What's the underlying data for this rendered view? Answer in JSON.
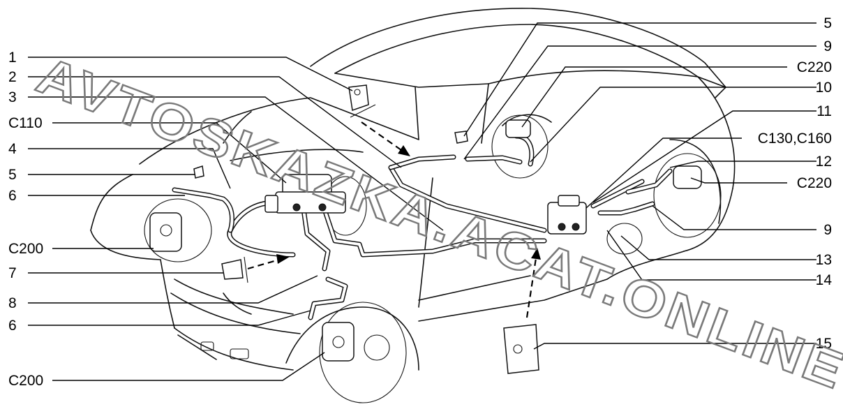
{
  "watermark": "AVTOSKAZKA.ACAT.ONLINE",
  "callouts_left": [
    {
      "id": "cl-1",
      "text": "1"
    },
    {
      "id": "cl-2",
      "text": "2"
    },
    {
      "id": "cl-3",
      "text": "3"
    },
    {
      "id": "cl-c110",
      "text": "C110"
    },
    {
      "id": "cl-4",
      "text": "4"
    },
    {
      "id": "cl-5",
      "text": "5"
    },
    {
      "id": "cl-6a",
      "text": "6"
    },
    {
      "id": "cl-c200a",
      "text": "C200"
    },
    {
      "id": "cl-7",
      "text": "7"
    },
    {
      "id": "cl-8",
      "text": "8"
    },
    {
      "id": "cl-6b",
      "text": "6"
    },
    {
      "id": "cl-c200b",
      "text": "C200"
    }
  ],
  "callouts_right": [
    {
      "id": "cr-5",
      "text": "5"
    },
    {
      "id": "cr-9a",
      "text": "9"
    },
    {
      "id": "cr-c220a",
      "text": "C220"
    },
    {
      "id": "cr-10",
      "text": "10"
    },
    {
      "id": "cr-11",
      "text": "11"
    },
    {
      "id": "cr-c130",
      "text": "C130,C160"
    },
    {
      "id": "cr-12",
      "text": "12"
    },
    {
      "id": "cr-c220b",
      "text": "C220"
    },
    {
      "id": "cr-9b",
      "text": "9"
    },
    {
      "id": "cr-13",
      "text": "13"
    },
    {
      "id": "cr-14",
      "text": "14"
    },
    {
      "id": "cr-15",
      "text": "15"
    }
  ]
}
